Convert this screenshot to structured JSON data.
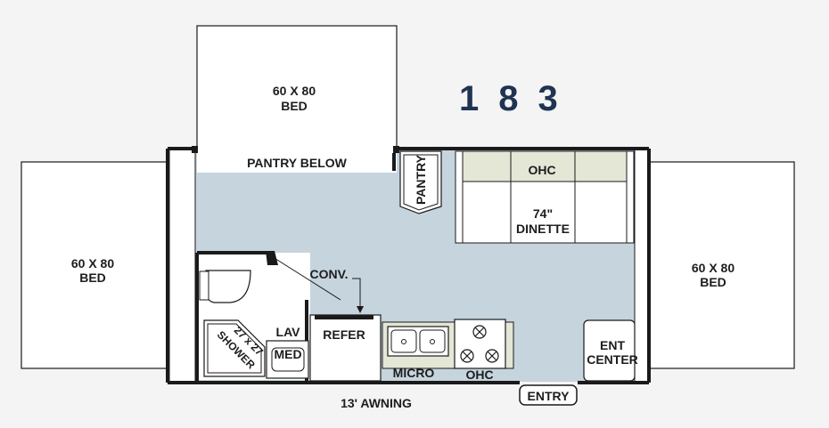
{
  "model_number": "183",
  "labels": {
    "bed_top": [
      "60 X 80",
      "BED"
    ],
    "bed_left": [
      "60 X 80",
      "BED"
    ],
    "bed_right": [
      "60 X 80",
      "BED"
    ],
    "pantry_below": "PANTRY BELOW",
    "pantry": "PANTRY",
    "ohc_top": "OHC",
    "dinette": [
      "74\"",
      "DINETTE"
    ],
    "conv": "CONV.",
    "shower": [
      "27 x 27",
      "SHOWER"
    ],
    "lav": "LAV",
    "med": "MED",
    "refer": "REFER",
    "micro": "MICRO",
    "ohc_bottom": "OHC",
    "ent_center": [
      "ENT",
      "CENTER"
    ],
    "entry": "ENTRY",
    "awning": "13' AWNING"
  },
  "colors": {
    "floor": "#c5d4dd",
    "cabinet": "#e4e6d6",
    "wall": "#1a1a1a",
    "bed": "#ffffff",
    "model": "#1f3353"
  }
}
